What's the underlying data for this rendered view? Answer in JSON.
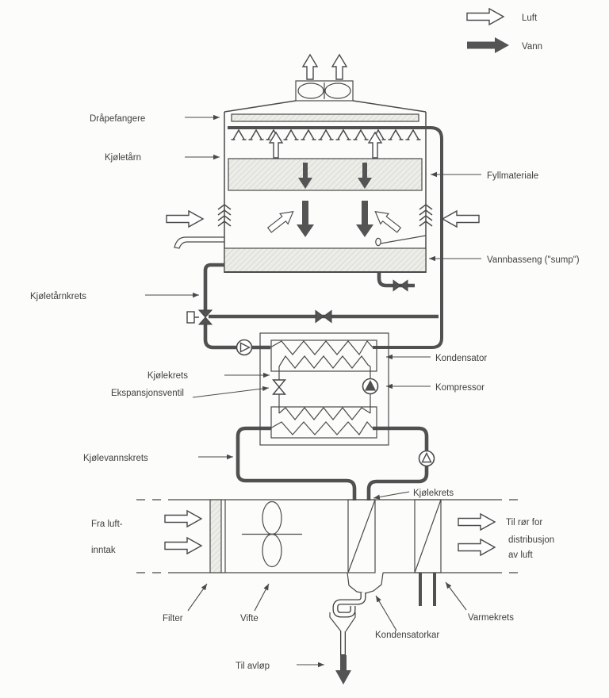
{
  "legend": {
    "luft": "Luft",
    "vann": "Vann"
  },
  "labels": {
    "drapefangere": "Dråpefangere",
    "kjoletarn": "Kjøletårn",
    "fyllmateriale": "Fyllmateriale",
    "vannbasseng": "Vannbasseng (\"sump\")",
    "kjoletarnkrets": "Kjøletårnkrets",
    "kjolekrets": "Kjølekrets",
    "ekspansjonsventil": "Ekspansjonsventil",
    "kondensator": "Kondensator",
    "kompressor": "Kompressor",
    "kjolevannskrets": "Kjølevannskrets",
    "fra_luft_1": "Fra luft-",
    "fra_luft_2": "inntak",
    "filter": "Filter",
    "vifte": "Vifte",
    "kjolekrets2": "Kjølekrets",
    "til_ror_1": "Til rør for",
    "til_ror_2": "distribusjon",
    "til_ror_3": "av luft",
    "varmekrets": "Varmekrets",
    "kondensatorkar": "Kondensatorkar",
    "til_avlop": "Til avløp"
  },
  "colors": {
    "line": "#4a4a4a",
    "pipe": "#515151",
    "water_arrow": "#545454",
    "hatch_fill": "#ececе8",
    "background": "#fcfcfa",
    "text": "#3f3f3f"
  }
}
